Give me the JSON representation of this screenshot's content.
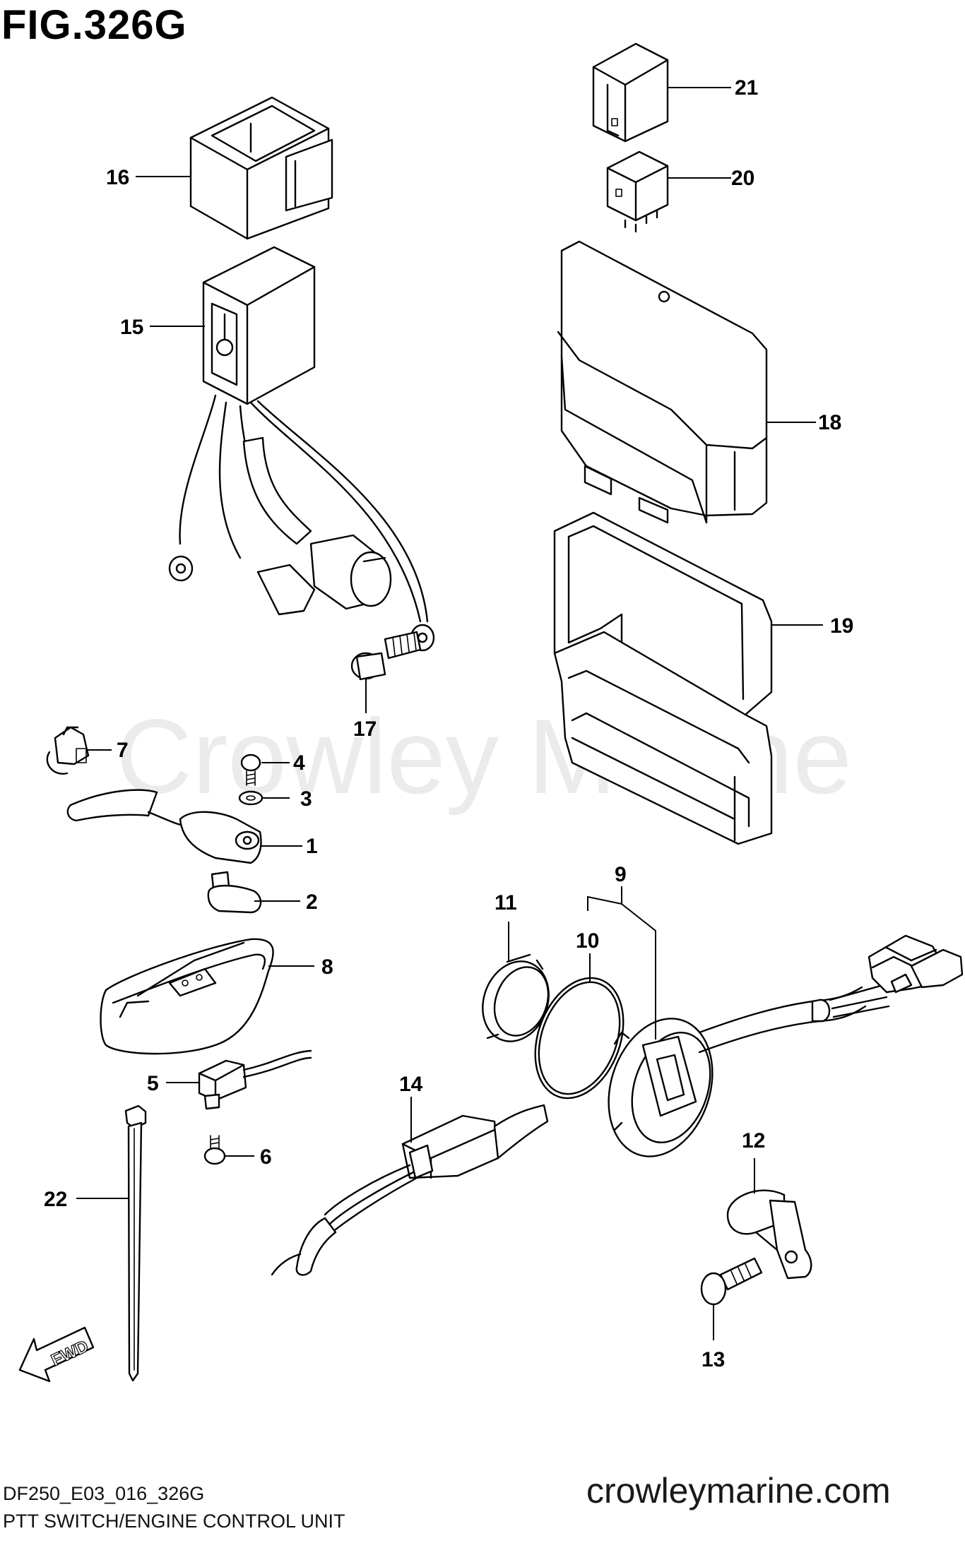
{
  "figure": {
    "title": "FIG.326G",
    "code": "DF250_E03_016_326G",
    "subtitle": "PTT SWITCH/ENGINE CONTROL UNIT",
    "watermark": "Crowley Marine",
    "website": "crowleymarine.com",
    "fwd_label": "FWD"
  },
  "callouts": [
    {
      "id": "1",
      "label": "1"
    },
    {
      "id": "2",
      "label": "2"
    },
    {
      "id": "3",
      "label": "3"
    },
    {
      "id": "4",
      "label": "4"
    },
    {
      "id": "5",
      "label": "5"
    },
    {
      "id": "6",
      "label": "6"
    },
    {
      "id": "7",
      "label": "7"
    },
    {
      "id": "8",
      "label": "8"
    },
    {
      "id": "9",
      "label": "9"
    },
    {
      "id": "10",
      "label": "10"
    },
    {
      "id": "11",
      "label": "11"
    },
    {
      "id": "12",
      "label": "12"
    },
    {
      "id": "13",
      "label": "13"
    },
    {
      "id": "14",
      "label": "14"
    },
    {
      "id": "15",
      "label": "15"
    },
    {
      "id": "16",
      "label": "16"
    },
    {
      "id": "17",
      "label": "17"
    },
    {
      "id": "18",
      "label": "18"
    },
    {
      "id": "19",
      "label": "19"
    },
    {
      "id": "20",
      "label": "20"
    },
    {
      "id": "21",
      "label": "21"
    },
    {
      "id": "22",
      "label": "22"
    }
  ]
}
